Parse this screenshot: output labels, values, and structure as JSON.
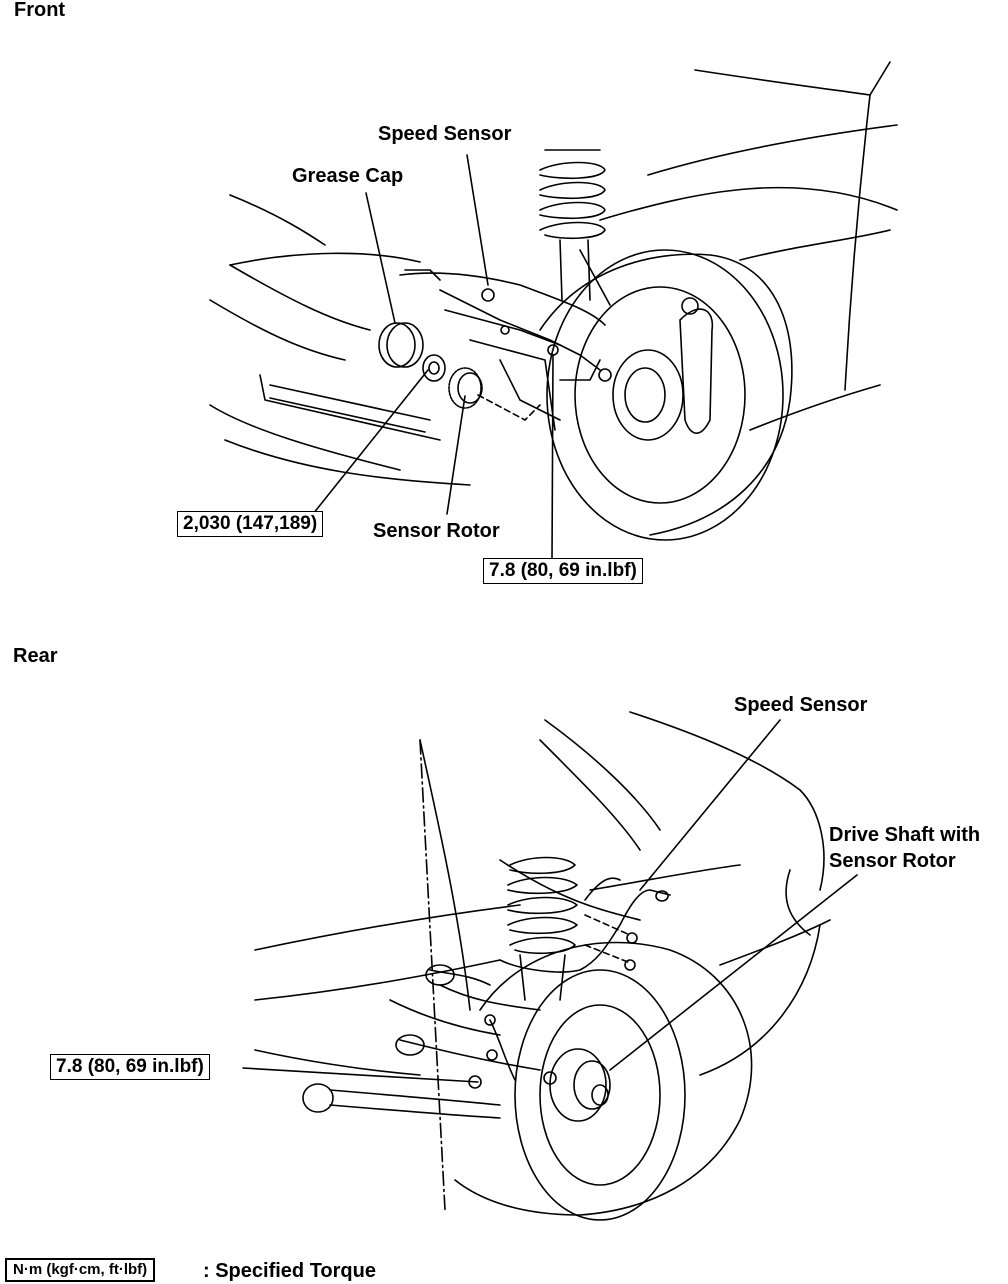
{
  "front": {
    "heading": "Front",
    "speed_sensor": "Speed Sensor",
    "grease_cap": "Grease Cap",
    "sensor_rotor": "Sensor Rotor",
    "torque_hub_nut": "2,030 (147,189)",
    "torque_bolt": "7.8 (80, 69 in.lbf)"
  },
  "rear": {
    "heading": "Rear",
    "speed_sensor": "Speed Sensor",
    "drive_shaft_line1": "Drive Shaft with",
    "drive_shaft_line2": "Sensor Rotor",
    "torque_bolt": "7.8 (80, 69 in.lbf)"
  },
  "legend": {
    "unit_box": "N·m (kgf·cm, ft·lbf)",
    "description": ": Specified Torque"
  }
}
